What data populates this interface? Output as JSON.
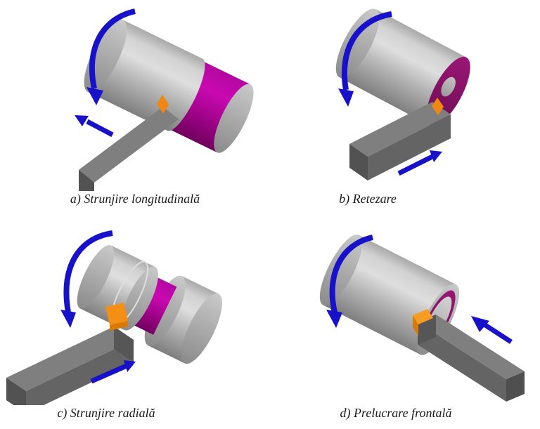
{
  "figure": {
    "background": "#ffffff",
    "caption_color": "#1a1a1a",
    "colors": {
      "workpiece_gray": "#c0c0c0",
      "machined_surface_magenta": "#b607a0",
      "machined_face_magenta": "#8e1168",
      "tool_gray": "#6e6e6e",
      "tool_insert_orange": "#ef8712",
      "arrow_blue": "#1712c9"
    },
    "diagram_elements": [
      "workpiece-cylinder",
      "machined-surface",
      "cutting-tool",
      "tool-insert",
      "rotation-arrow",
      "feed-arrow"
    ],
    "panels": [
      {
        "id": "a",
        "caption": "a) Strunjire longitudinală"
      },
      {
        "id": "b",
        "caption": "b) Retezare"
      },
      {
        "id": "c",
        "caption": "c) Strunjire radială"
      },
      {
        "id": "d",
        "caption": "d) Prelucrare frontală"
      }
    ]
  }
}
